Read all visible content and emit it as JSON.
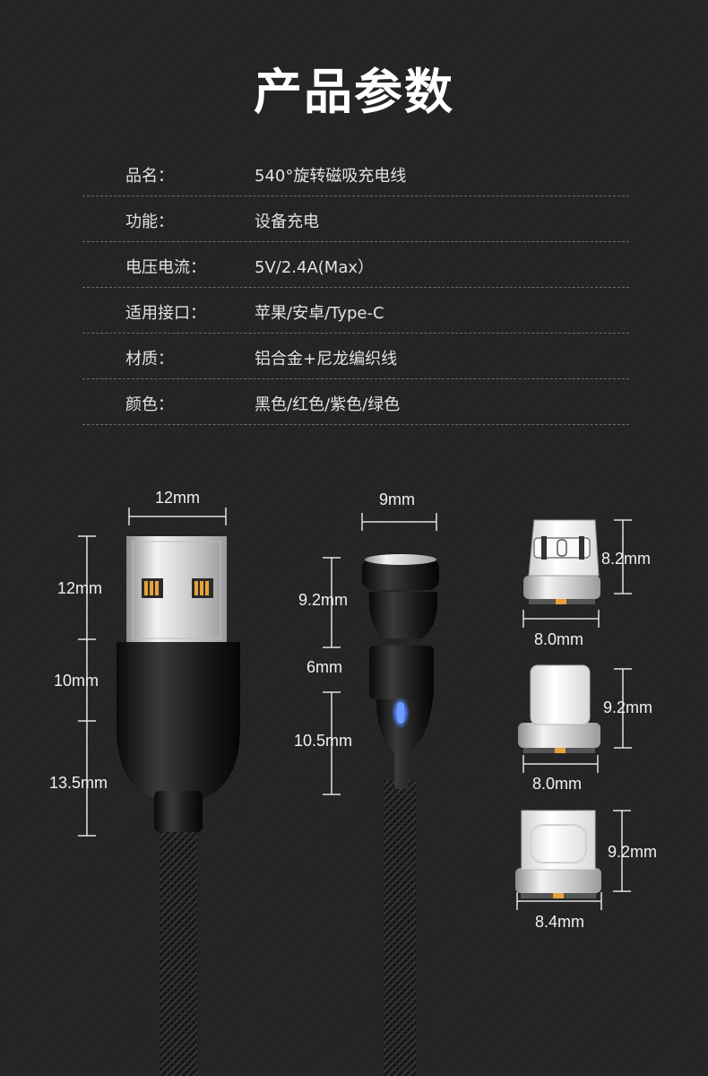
{
  "page": {
    "title": "产品参数"
  },
  "specs": [
    {
      "label": "品名：",
      "value": "540°旋转磁吸充电线"
    },
    {
      "label": "功能：",
      "value": "设备充电"
    },
    {
      "label": "电压电流：",
      "value": "5V/2.4A(Max）"
    },
    {
      "label": "适用接口：",
      "value": "苹果/安卓/Type-C"
    },
    {
      "label": "材质：",
      "value": "铝合金+尼龙编织线"
    },
    {
      "label": "颜色：",
      "value": "黑色/红色/紫色/绿色"
    }
  ],
  "usb_dims": {
    "width": "12mm",
    "h1": "12mm",
    "h2": "10mm",
    "h3": "13.5mm"
  },
  "magnetic_dims": {
    "width": "9mm",
    "h1": "9.2mm",
    "h2": "6mm",
    "h3": "10.5mm"
  },
  "tips": [
    {
      "type": "Micro USB",
      "height": "8.2mm",
      "width": "8.0mm"
    },
    {
      "type": "Lightning",
      "height": "9.2mm",
      "width": "8.0mm"
    },
    {
      "type": "Type-C",
      "height": "9.2mm",
      "width": "8.4mm"
    }
  ],
  "colors": {
    "background": "#242424",
    "led": "#4a7dff"
  }
}
